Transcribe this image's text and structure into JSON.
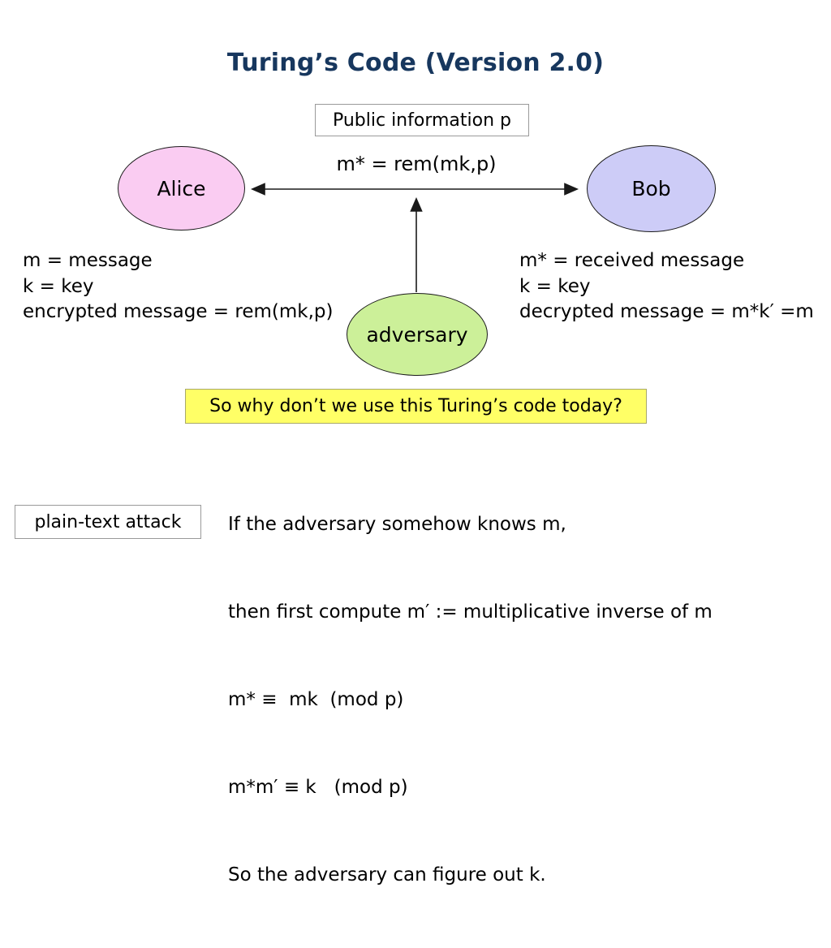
{
  "slide": {
    "title": "Turing’s Code (Version 2.0)",
    "public_info_box": "Public information p",
    "arrow_label": "m* = rem(mk,p)",
    "nodes": {
      "alice": "Alice",
      "bob": "Bob",
      "adversary": "adversary"
    },
    "alice_notes": [
      "m = message",
      "k = key",
      "encrypted message = rem(mk,p)"
    ],
    "bob_notes": [
      "m* = received message",
      "k = key",
      "decrypted message = m*k′ =m"
    ],
    "question_banner": "So why don’t we use this Turing’s code today?",
    "attack_label_box": "plain-text attack",
    "attack_lines": [
      "If the adversary somehow knows m,",
      "then first compute m′ := multiplicative inverse of m",
      "m* ≡  mk  (mod p)",
      "m*m′ ≡ k   (mod p)",
      "So the adversary can figure out k."
    ],
    "colors": {
      "title": "#17375E",
      "alice_fill": "#FACCF2",
      "bob_fill": "#CDCCF7",
      "adversary_fill": "#CCF099",
      "banner_fill": "#FFFF66",
      "line": "#1a1a1a"
    }
  }
}
